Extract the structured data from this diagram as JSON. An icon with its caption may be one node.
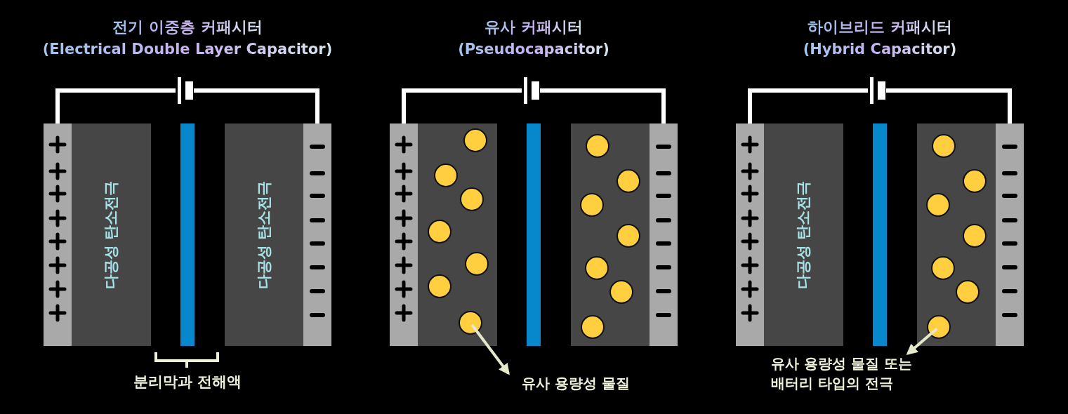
{
  "diagram": {
    "nodes": [
      {
        "text": [],
        "shape": "bar"
      },
      {
        "text": [
          "다공성 탄소전극"
        ]
      },
      {
        "text": [],
        "shape": "bar"
      },
      {
        "text": [
          "다공성 탄소전극"
        ]
      },
      {
        "text": [],
        "shape": "bar"
      },
      {
        "text": [],
        "shape": "battery"
      },
      {
        "text": [],
        "shape": "bar"
      },
      {
        "text": [],
        "shape": "box"
      },
      {
        "text": [],
        "shape": "bar"
      },
      {
        "text": [],
        "shape": "box"
      },
      {
        "text": [],
        "shape": "bar"
      },
      {
        "text": [],
        "shape": "battery"
      },
      {
        "text": [],
        "shape": "circle",
        "in": 7
      },
      {
        "text": [],
        "shape": "circle",
        "in": 7
      },
      {
        "text": [],
        "shape": "circle",
        "in": 7
      },
      {
        "text": [],
        "shape": "circle",
        "in": 7
      },
      {
        "text": [],
        "shape": "circle",
        "in": 7
      },
      {
        "text": [],
        "shape": "circle",
        "in": 7
      },
      {
        "text": [],
        "shape": "circle",
        "in": 7
      },
      {
        "text": [],
        "shape": "circle",
        "in": 9
      },
      {
        "text": [],
        "shape": "circle",
        "in": 9
      },
      {
        "text": [],
        "shape": "circle",
        "in": 9
      },
      {
        "text": [],
        "shape": "circle",
        "in": 9
      },
      {
        "text": [],
        "shape": "circle",
        "in": 9
      },
      {
        "text": [],
        "shape": "circle",
        "in": 9
      },
      {
        "text": [],
        "shape": "circle",
        "in": 9
      },
      {
        "text": [
          "유사 용량성 물질"
        ]
      },
      {
        "text": [],
        "shape": "bar"
      },
      {
        "text": [
          "다공성 탄소전극"
        ]
      },
      {
        "text": [],
        "shape": "bar"
      },
      {
        "text": [],
        "shape": "box"
      },
      {
        "text": [],
        "shape": "bar"
      },
      {
        "text": [],
        "shape": "battery"
      },
      {
        "text": [],
        "shape": "circle",
        "in": 30
      },
      {
        "text": [],
        "shape": "circle",
        "in": 30
      },
      {
        "text": [],
        "shape": "circle",
        "in": 30
      },
      {
        "text": [],
        "shape": "circle",
        "in": 30
      },
      {
        "text": [],
        "shape": "circle",
        "in": 30
      },
      {
        "text": [],
        "shape": "circle",
        "in": 30
      },
      {
        "text": [],
        "shape": "circle",
        "in": 30
      },
      {
        "text": [
          "유사 용량성 물질 또는 배터리 타입의 전극"
        ]
      }
    ],
    "edges": [
      {
        "from": 0,
        "to": 5,
        "arrow": "none"
      },
      {
        "from": 5,
        "to": 4,
        "arrow": "none"
      },
      {
        "from": 6,
        "to": 11,
        "arrow": "none"
      },
      {
        "from": 11,
        "to": 10,
        "arrow": "none"
      },
      {
        "from": 27,
        "to": 32,
        "arrow": "none"
      },
      {
        "from": 32,
        "to": 31,
        "arrow": "none"
      },
      {
        "from": 18,
        "to": 26,
        "arrow": "to"
      },
      {
        "from": 39,
        "to": 40,
        "arrow": "to"
      }
    ],
    "labels": [
      "전기 이중층 커패시터",
      "(Electrical Double Layer Capacitor)",
      "유사 커패시터",
      "(Pseudocapacitor)",
      "하이브리드 커패시터",
      "(Hybrid Capacitor)",
      "분리막과 전해액"
    ]
  }
}
